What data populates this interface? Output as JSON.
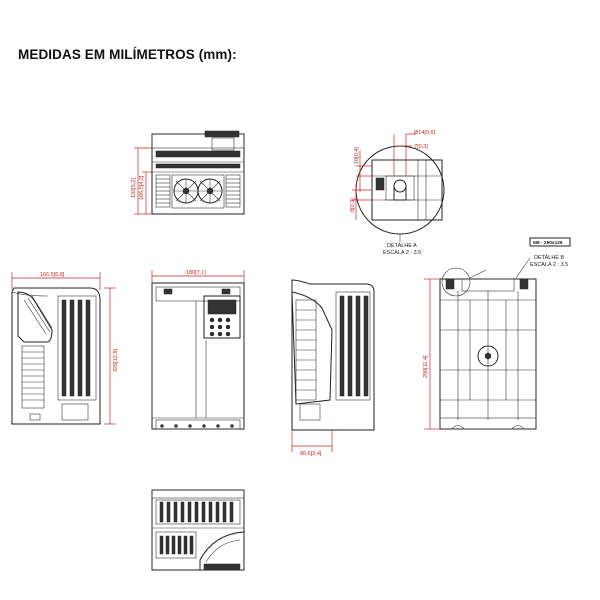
{
  "title": "MEDIDAS EM MILÍMETROS (mm):",
  "dimensions": {
    "width_side": "166,5[6,6]",
    "height_side": "326[12,8]",
    "width_front": "180[7,1]",
    "depth_right": "86,6[3,4]",
    "height_back": "290[11,4]",
    "top_height_total": "132[5,2]",
    "top_height_inner": "106,5[4,2]"
  },
  "detail_a": {
    "d1": "Ø14[0,6]",
    "d2": "7[0,3]",
    "d3": "10[0,4]",
    "d4": "8[0,3]",
    "caption_line1": "DETALHE A",
    "caption_line2": "ESCALA 2 : 3.5"
  },
  "detail_b": {
    "tag": "M8 - 290x126",
    "caption_line1": "DETALHE B",
    "caption_line2": "ESCALA 2 : 3.5"
  }
}
